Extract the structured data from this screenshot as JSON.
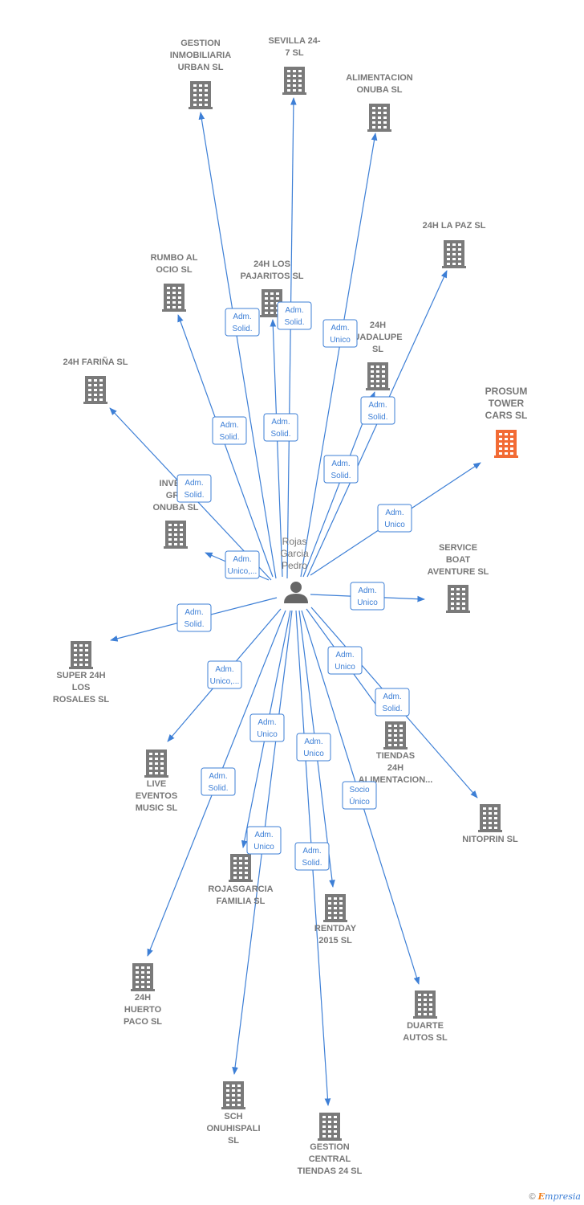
{
  "center": {
    "id": "person",
    "lines": [
      "Rojas",
      "Garcia",
      "Pedro"
    ],
    "icon": "person-icon"
  },
  "colors": {
    "edge": "#3d7fd6",
    "building": "#7a7a7a",
    "building_highlight": "#f26b35",
    "label": "#777777"
  },
  "companies": [
    {
      "id": "gestion-inmobiliaria",
      "lines": [
        "GESTION",
        "INMOBILIARIA",
        "URBAN SL"
      ]
    },
    {
      "id": "sevilla-24-7",
      "lines": [
        "SEVILLA 24-",
        "7 SL"
      ]
    },
    {
      "id": "alimentacion-onuba",
      "lines": [
        "ALIMENTACION",
        "ONUBA SL"
      ]
    },
    {
      "id": "24h-la-paz",
      "lines": [
        "24H LA PAZ SL"
      ]
    },
    {
      "id": "rumbo-al-ocio",
      "lines": [
        "RUMBO AL",
        "OCIO SL"
      ]
    },
    {
      "id": "24h-los-pajaritos",
      "lines": [
        "24H LOS",
        "PAJARITOS SL"
      ]
    },
    {
      "id": "24h-guadalupe",
      "lines": [
        "24H",
        "UADALUPE",
        "SL"
      ]
    },
    {
      "id": "24h-farina",
      "lines": [
        "24H FARIÑA SL"
      ]
    },
    {
      "id": "prosum-tower-cars",
      "lines": [
        "PROSUM",
        "TOWER",
        "CARS SL"
      ],
      "highlight": true
    },
    {
      "id": "inversiones-grupo-onuba",
      "lines": [
        "INVERS",
        "GRA",
        "ONUBA SL"
      ]
    },
    {
      "id": "service-boat-aventure",
      "lines": [
        "SERVICE",
        "BOAT",
        "AVENTURE SL"
      ]
    },
    {
      "id": "super-24h-los-rosales",
      "lines": [
        "SUPER 24H",
        "LOS",
        "ROSALES SL"
      ]
    },
    {
      "id": "live-eventos-music",
      "lines": [
        "LIVE",
        "EVENTOS",
        "MUSIC SL"
      ]
    },
    {
      "id": "tiendas-24h-alimentacion",
      "lines": [
        "TIENDAS",
        "24H",
        "ALIMENTACION..."
      ]
    },
    {
      "id": "nitoprin",
      "lines": [
        "NITOPRIN SL"
      ]
    },
    {
      "id": "rojasgarcia-familia",
      "lines": [
        "ROJASGARCIA",
        "FAMILIA SL"
      ]
    },
    {
      "id": "rentday-2015",
      "lines": [
        "RENTDAY",
        "2015 SL"
      ]
    },
    {
      "id": "24h-huerto-paco",
      "lines": [
        "24H",
        "HUERTO",
        "PACO SL"
      ]
    },
    {
      "id": "duarte-autos",
      "lines": [
        "DUARTE",
        "AUTOS SL"
      ]
    },
    {
      "id": "sch-onuhispali",
      "lines": [
        "SCH",
        "ONUHISPALI",
        "SL"
      ]
    },
    {
      "id": "gestion-central-tiendas-24",
      "lines": [
        "GESTION",
        "CENTRAL",
        "TIENDAS 24 SL"
      ]
    }
  ],
  "edges": [
    {
      "to": "gestion-inmobiliaria",
      "label": [
        "Adm.",
        "Solid."
      ]
    },
    {
      "to": "sevilla-24-7",
      "label": [
        "Adm.",
        "Solid."
      ]
    },
    {
      "to": "alimentacion-onuba",
      "label": [
        "Adm.",
        "Unico"
      ]
    },
    {
      "to": "24h-la-paz",
      "label": [
        "Adm.",
        "Solid."
      ]
    },
    {
      "to": "rumbo-al-ocio",
      "label": [
        "Adm.",
        "Solid."
      ]
    },
    {
      "to": "24h-los-pajaritos",
      "label": [
        "Adm.",
        "Solid."
      ]
    },
    {
      "to": "24h-guadalupe",
      "label": [
        "Adm.",
        "Solid."
      ]
    },
    {
      "to": "24h-farina",
      "label": [
        "Adm.",
        "Solid."
      ]
    },
    {
      "to": "prosum-tower-cars",
      "label": [
        "Adm.",
        "Unico"
      ]
    },
    {
      "to": "inversiones-grupo-onuba",
      "label": [
        "Adm.",
        "Unico,..."
      ]
    },
    {
      "to": "service-boat-aventure",
      "label": [
        "Adm.",
        "Unico"
      ]
    },
    {
      "to": "super-24h-los-rosales",
      "label": [
        "Adm.",
        "Solid."
      ]
    },
    {
      "to": "live-eventos-music",
      "label": [
        "Adm.",
        "Unico,..."
      ]
    },
    {
      "to": "tiendas-24h-alimentacion",
      "label": [
        "Adm.",
        "Unico"
      ]
    },
    {
      "to": "nitoprin",
      "label": [
        "Adm.",
        "Solid."
      ]
    },
    {
      "to": "rojasgarcia-familia",
      "label": [
        "Adm.",
        "Unico"
      ]
    },
    {
      "to": "rentday-2015",
      "label": [
        "Adm.",
        "Unico"
      ]
    },
    {
      "to": "24h-huerto-paco",
      "label": [
        "Adm.",
        "Solid."
      ]
    },
    {
      "to": "duarte-autos",
      "label": [
        "Socio",
        "Único"
      ]
    },
    {
      "to": "sch-onuhispali",
      "label": [
        "Adm.",
        "Unico"
      ]
    },
    {
      "to": "gestion-central-tiendas-24",
      "label": [
        "Adm.",
        "Solid."
      ]
    }
  ],
  "credit": {
    "symbol": "©",
    "brand_initial": "E",
    "brand_rest": "mpresia"
  }
}
